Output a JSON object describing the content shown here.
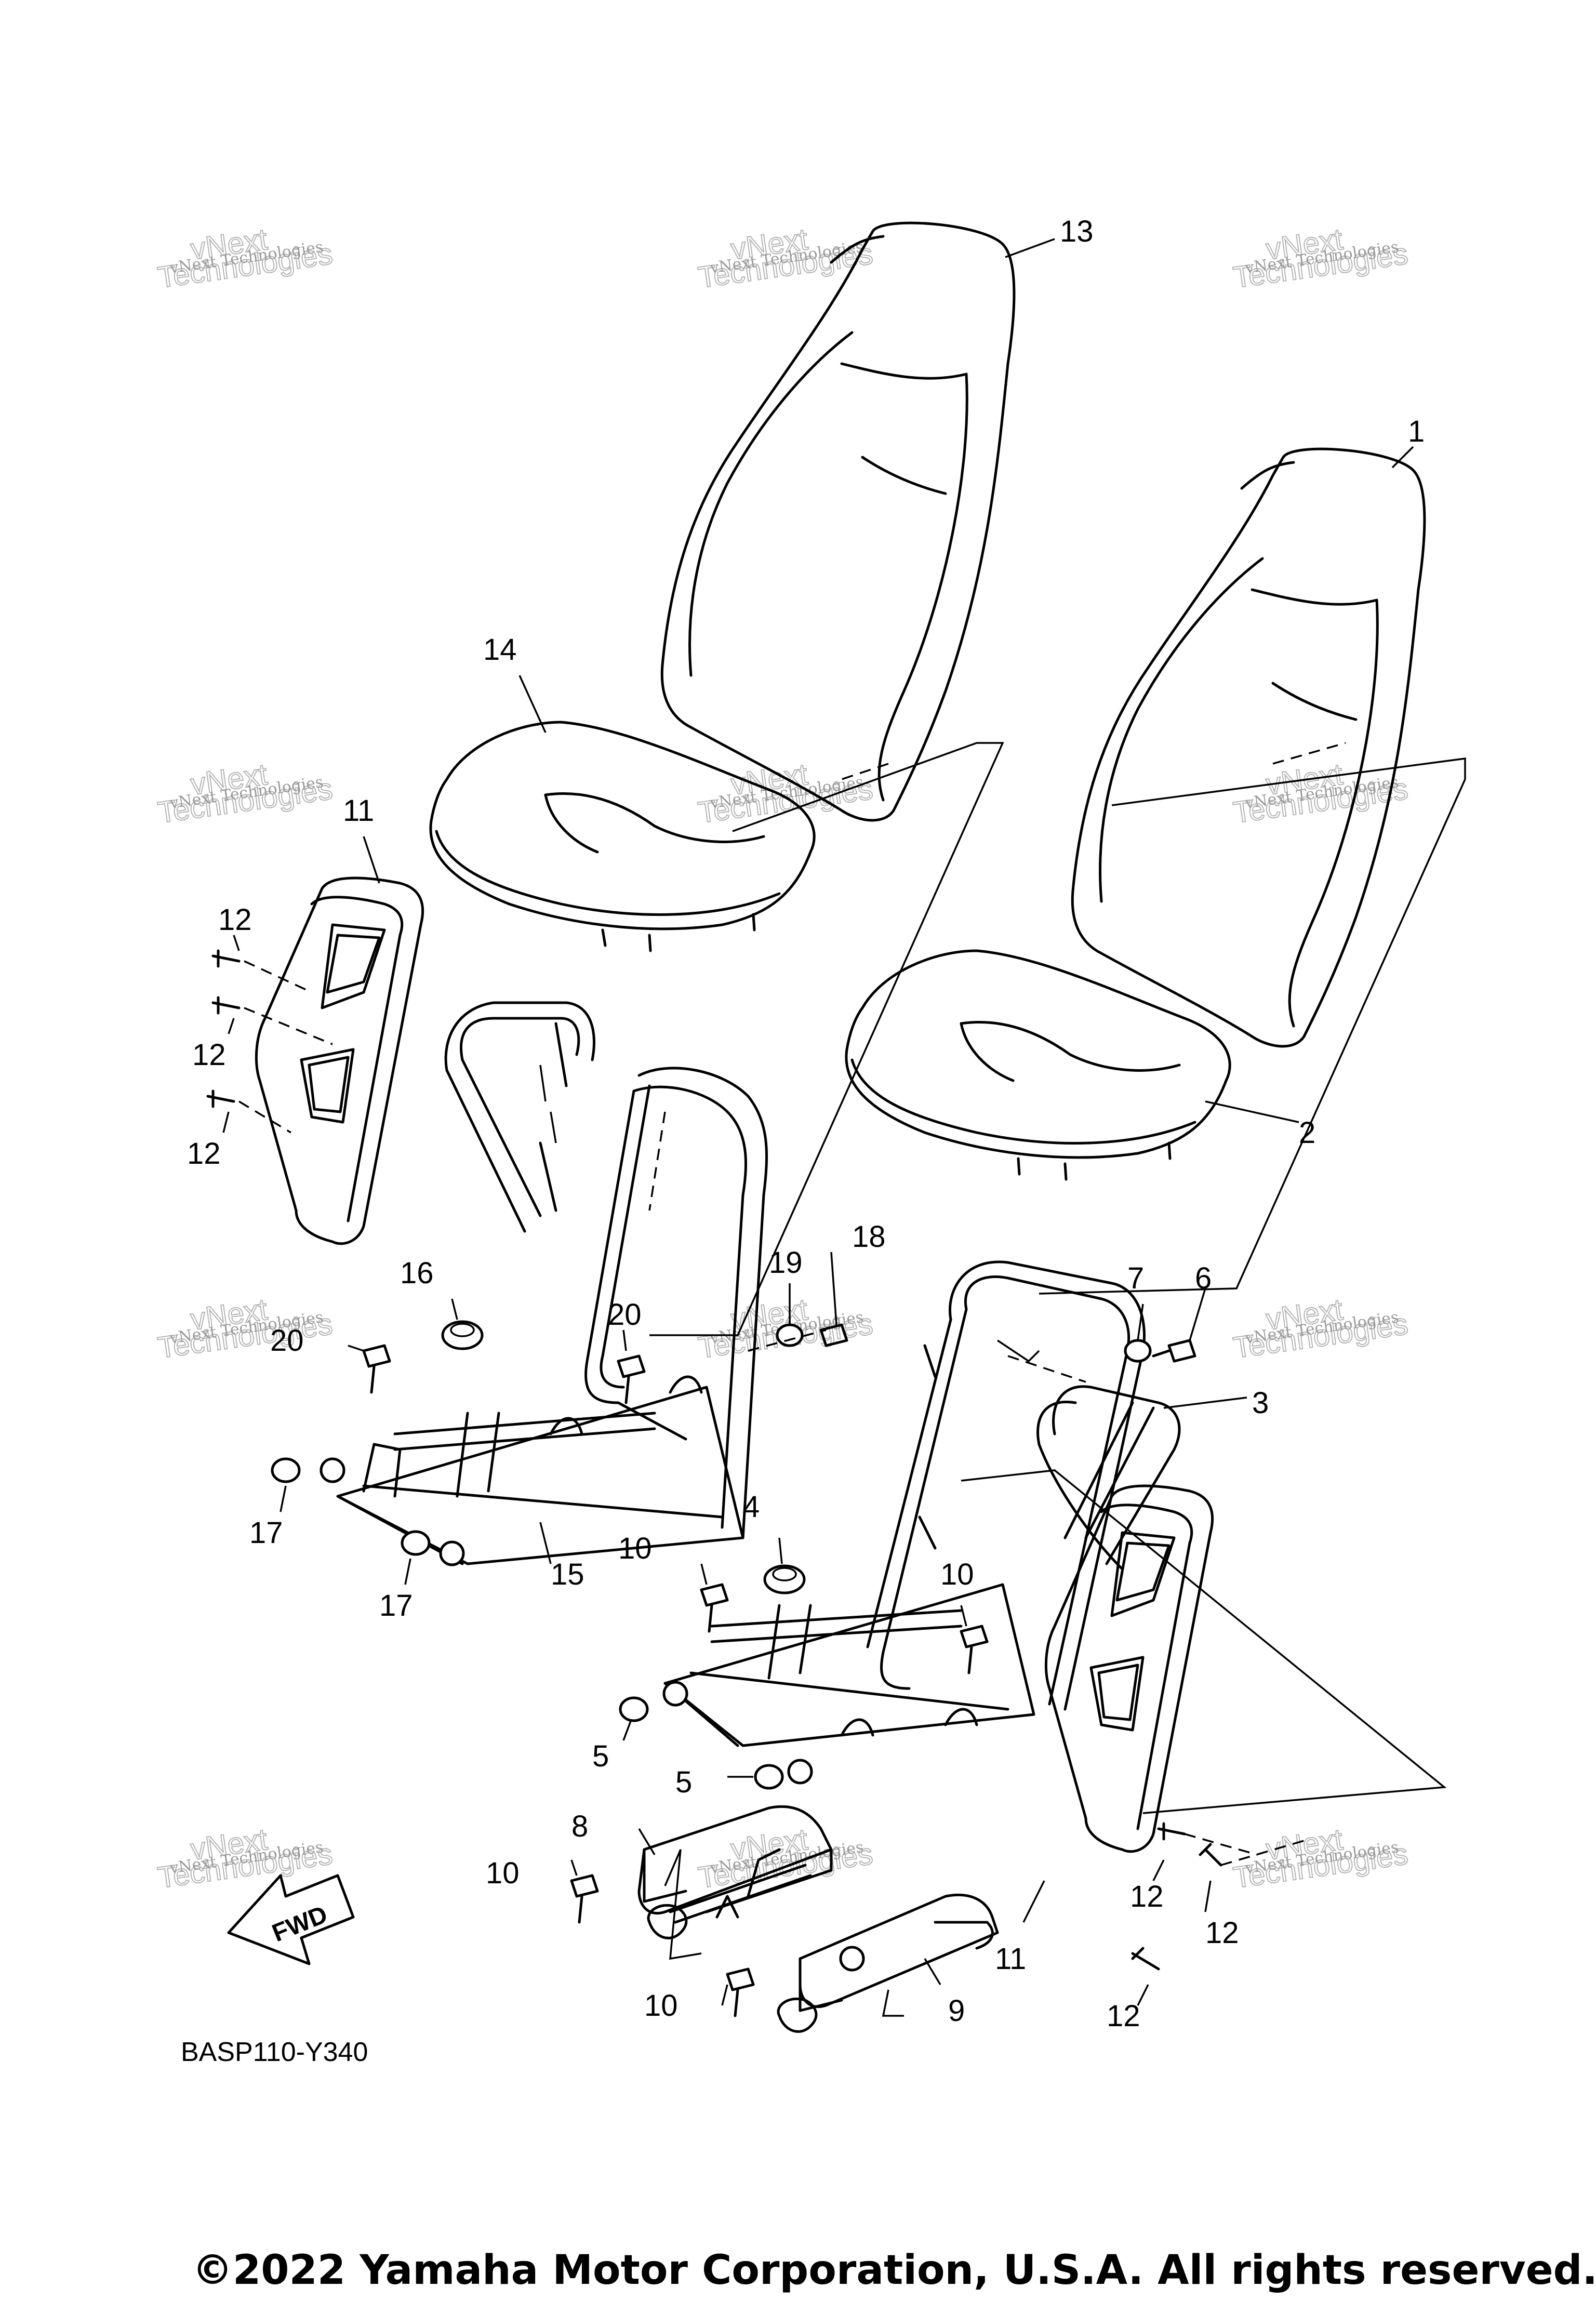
{
  "diagram": {
    "code": "BASP110-Y340",
    "copyright": "©2022 Yamaha Motor Corporation, U.S.A. All rights reserved.",
    "fwd_label": "FWD",
    "watermark": {
      "small": "vNext Technologies",
      "line1": "vNext",
      "line2": "Technologies"
    },
    "callouts": [
      "1",
      "2",
      "3",
      "4",
      "5",
      "5",
      "6",
      "7",
      "8",
      "9",
      "10",
      "10",
      "10",
      "10",
      "11",
      "11",
      "12",
      "12",
      "12",
      "12",
      "12",
      "12",
      "13",
      "14",
      "15",
      "16",
      "17",
      "17",
      "18",
      "19",
      "20",
      "20"
    ]
  }
}
